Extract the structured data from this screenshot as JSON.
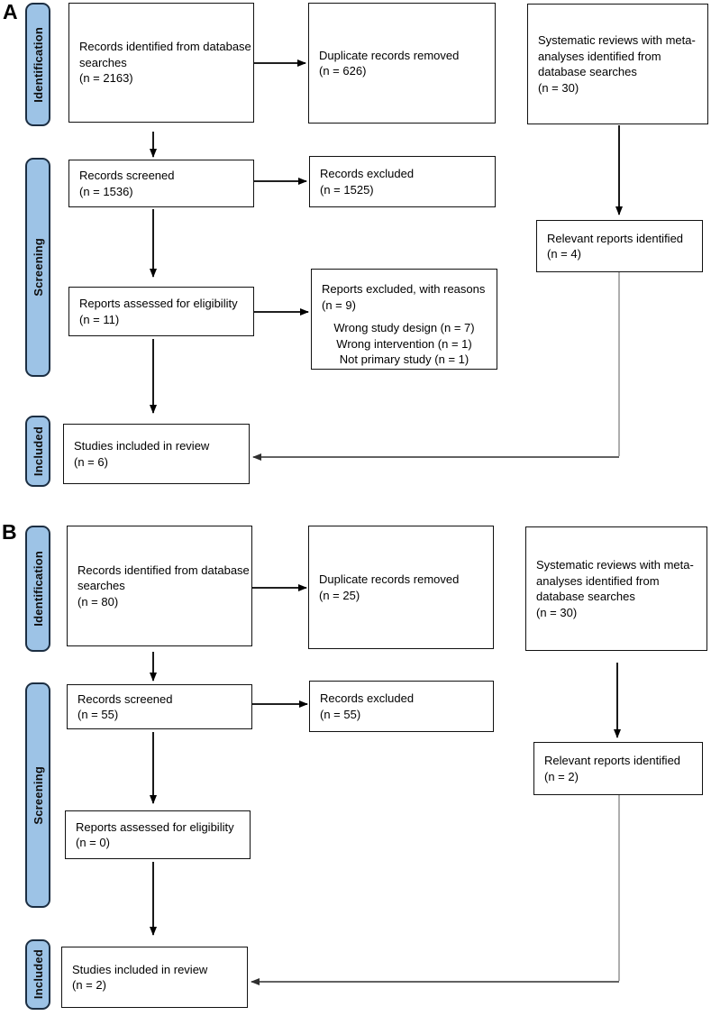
{
  "colors": {
    "stage-fill": "#9dc3e6",
    "stage-border": "#1c2e42",
    "box-border": "#111111",
    "arrow": "#000000"
  },
  "figure": {
    "panels": [
      {
        "label": "A",
        "stages": [
          "Identification",
          "Screening",
          "Included"
        ],
        "boxes": {
          "records_identified": {
            "lines": [
              "Records identified from database",
              "searches",
              "(n = 2163)"
            ]
          },
          "duplicates_removed": {
            "lines": [
              "Duplicate records removed",
              "(n = 626)"
            ]
          },
          "systematic_reviews": {
            "lines": [
              "Systematic reviews with meta-",
              "analyses identified from",
              "database searches",
              "(n = 30)"
            ]
          },
          "records_screened": {
            "lines": [
              "Records screened",
              "(n = 1536)"
            ]
          },
          "records_excluded": {
            "lines": [
              "Records excluded",
              "(n = 1525)"
            ]
          },
          "reports_assessed": {
            "lines": [
              "Reports assessed for eligibility",
              "(n = 11)"
            ]
          },
          "reports_excluded_reasons": {
            "header": [
              "Reports excluded, with reasons",
              "(n = 9)"
            ],
            "reasons": [
              "Wrong study design (n = 7)",
              "Wrong intervention (n = 1)",
              "Not primary study (n = 1)"
            ]
          },
          "relevant_reports": {
            "lines": [
              "Relevant reports identified",
              "(n = 4)"
            ]
          },
          "studies_included": {
            "lines": [
              "Studies included in review",
              "(n = 6)"
            ]
          }
        }
      },
      {
        "label": "B",
        "stages": [
          "Identification",
          "Screening",
          "Included"
        ],
        "boxes": {
          "records_identified": {
            "lines": [
              "Records identified from database",
              "searches",
              "(n = 80)"
            ]
          },
          "duplicates_removed": {
            "lines": [
              "Duplicate records removed",
              "(n = 25)"
            ]
          },
          "systematic_reviews": {
            "lines": [
              "Systematic reviews with meta-",
              "analyses identified from",
              "database searches",
              "(n = 30)"
            ]
          },
          "records_screened": {
            "lines": [
              "Records screened",
              "(n = 55)"
            ]
          },
          "records_excluded": {
            "lines": [
              "Records excluded",
              "(n = 55)"
            ]
          },
          "reports_assessed": {
            "lines": [
              "Reports assessed for eligibility",
              "(n = 0)"
            ]
          },
          "relevant_reports": {
            "lines": [
              "Relevant reports identified",
              "(n = 2)"
            ]
          },
          "studies_included": {
            "lines": [
              "Studies included in review",
              "(n = 2)"
            ]
          }
        }
      }
    ]
  }
}
